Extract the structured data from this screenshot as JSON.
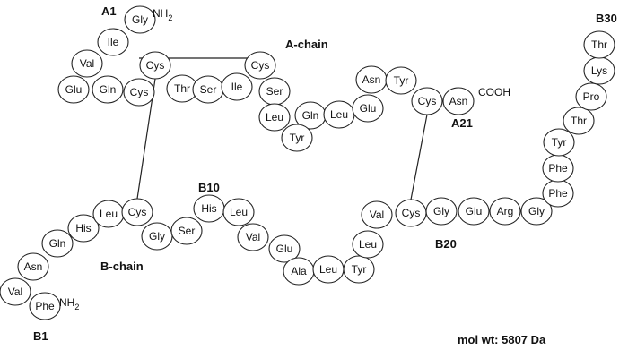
{
  "a_chain": {
    "label": "A-chain",
    "residues": [
      "Gly",
      "Ile",
      "Val",
      "Glu",
      "Gln",
      "Cys",
      "Cys",
      "Thr",
      "Ser",
      "Ile",
      "Cys",
      "Ser",
      "Leu",
      "Gln",
      "Leu",
      "Tyr",
      "Glu",
      "Asn",
      "Tyr",
      "Cys",
      "Asn"
    ],
    "start_label": "A1",
    "end_label": "A21",
    "n_terminus": "NH",
    "n_terminus_sub": "2",
    "c_terminus": "COOH"
  },
  "b_chain": {
    "label": "B-chain",
    "residues": [
      "Phe",
      "Val",
      "Asn",
      "Gln",
      "His",
      "Leu",
      "Cys",
      "Gly",
      "Ser",
      "His",
      "Leu",
      "Val",
      "Glu",
      "Ala",
      "Leu",
      "Tyr",
      "Leu",
      "Val",
      "Cys",
      "Gly",
      "Glu",
      "Arg",
      "Gly",
      "Phe",
      "Phe",
      "Tyr",
      "Thr",
      "Pro",
      "Lys",
      "Thr"
    ],
    "start_label": "B1",
    "b10_label": "B10",
    "b20_label": "B20",
    "end_label": "B30",
    "n_terminus": "NH",
    "n_terminus_sub": "2"
  },
  "disulfide_bonds": [
    {
      "from": "A6",
      "to": "A11"
    },
    {
      "from": "A7",
      "to": "B7"
    },
    {
      "from": "A20",
      "to": "B19"
    }
  ],
  "footer": {
    "mol_weight": "mol wt: 5807 Da"
  }
}
